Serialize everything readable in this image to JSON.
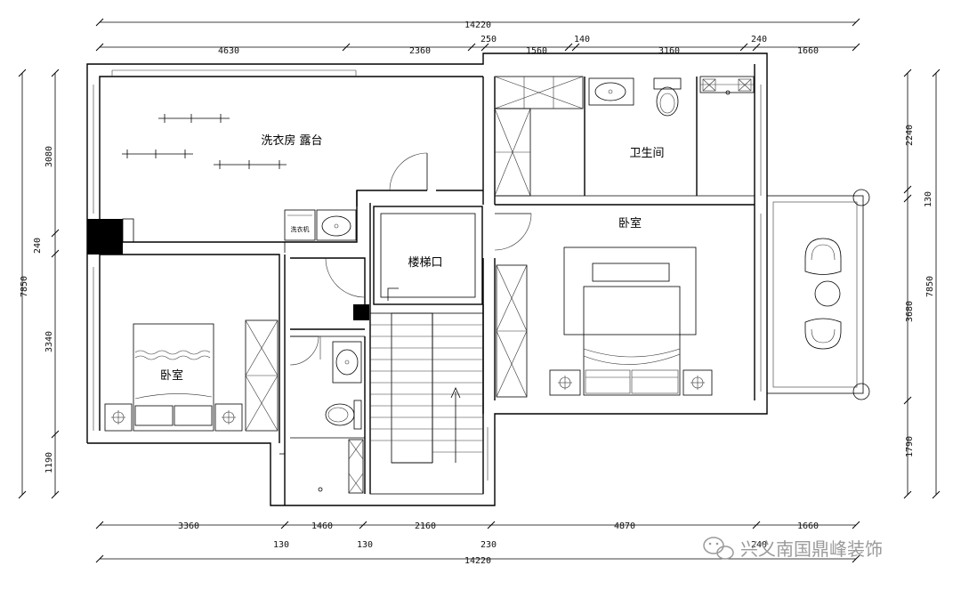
{
  "plan": {
    "rooms": {
      "laundry_terrace": "洗衣房 露台",
      "bathroom": "卫生间",
      "master_bedroom": "卧室",
      "stairwell": "楼梯口",
      "bedroom_left": "卧室",
      "washer": "洗衣机"
    },
    "dimensions": {
      "top_total": "14220",
      "top": [
        "4630",
        "2360",
        "250",
        "1560",
        "140",
        "3160",
        "240",
        "1660"
      ],
      "bottom": [
        "3360",
        "1460",
        "2160",
        "4870",
        "1660"
      ],
      "bottom_sub": [
        "130",
        "130",
        "230",
        "240"
      ],
      "bottom_total": "14220",
      "left_total": "7850",
      "left": [
        "3080",
        "240",
        "3340",
        "1190"
      ],
      "right": [
        "2240",
        "130",
        "3680",
        "1790"
      ],
      "right_total": "7850"
    },
    "watermark": "兴义南国鼎峰装饰"
  }
}
